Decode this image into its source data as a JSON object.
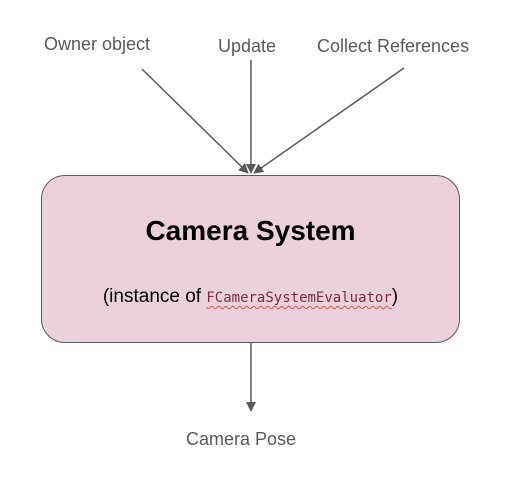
{
  "inputs": {
    "owner": "Owner object",
    "update": "Update",
    "collect": "Collect References"
  },
  "system": {
    "title": "Camera System",
    "subtitle_prefix": "(instance of ",
    "class_name": "FCameraSystemEvaluator",
    "subtitle_suffix": ")"
  },
  "output": {
    "label": "Camera Pose"
  },
  "colors": {
    "box_fill": "#ead1dc",
    "box_border": "#595959",
    "arrow": "#595959",
    "label_text": "#595959",
    "class_name_text": "#7a2a4a",
    "spellcheck_underline": "#d9534f"
  }
}
